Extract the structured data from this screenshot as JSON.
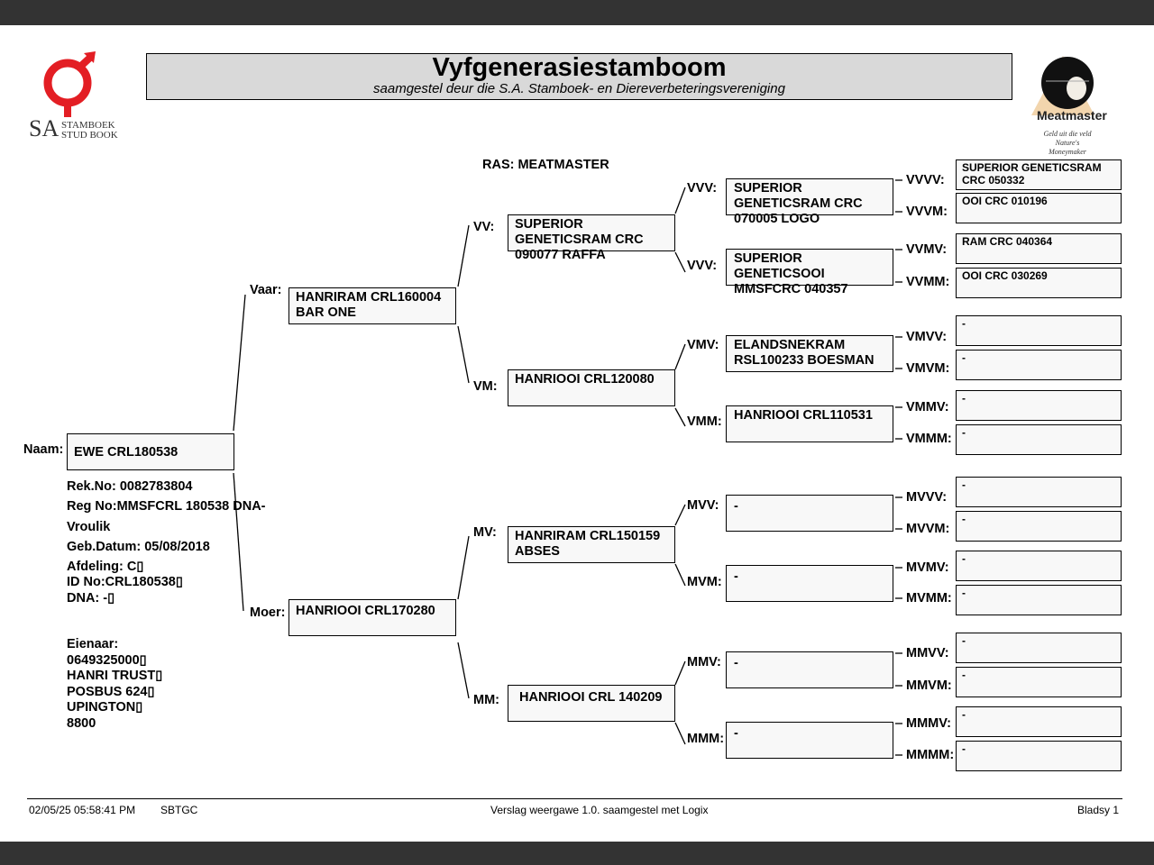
{
  "header": {
    "title": "Vyfgenerasiestamboom",
    "subtitle": "saamgestel deur die S.A. Stamboek- en Diereverbeteringsvereniging"
  },
  "logo_left": {
    "line1": "STAMBOEK",
    "line2": "STUD BOOK",
    "prefix": "SA"
  },
  "logo_right": {
    "brand": "Meatmaster",
    "tagline1": "Geld uit die veld",
    "tagline2": "Nature's Moneymaker"
  },
  "breed": "RAS: MEATMASTER",
  "animal": {
    "naam_label": "Naam:",
    "name": "EWE CRL180538",
    "rek_no": "Rek.No: 0082783804",
    "reg_no": "Reg No:MMSFCRL 180538 DNA-",
    "sex": "Vroulik",
    "geb_datum": "Geb.Datum: 05/08/2018",
    "afdeling": "Afdeling: C▯",
    "id_no": "ID No:CRL180538▯",
    "dna": "DNA: -▯",
    "owner": [
      "Eienaar:",
      "0649325000▯",
      "HANRI TRUST▯",
      "POSBUS 624▯",
      "UPINGTON▯",
      "8800"
    ]
  },
  "gen1": {
    "vaar": {
      "label": "Vaar:",
      "name": "HANRIRAM CRL160004 BAR ONE"
    },
    "moer": {
      "label": "Moer:",
      "name": "HANRIOOI CRL170280"
    }
  },
  "gen2": {
    "vv": {
      "label": "VV:",
      "name": "SUPERIOR GENETICSRAM CRC 090077 RAFFA"
    },
    "vm": {
      "label": "VM:",
      "name": "HANRIOOI CRL120080"
    },
    "mv": {
      "label": "MV:",
      "name": "HANRIRAM CRL150159 ABSES"
    },
    "mm": {
      "label": "MM:",
      "name": "HANRIOOI CRL 140209"
    }
  },
  "gen3": {
    "vvv1": {
      "label": "VVV:",
      "name": "SUPERIOR GENETICSRAM CRC 070005 LOGO"
    },
    "vvv2": {
      "label": "VVV:",
      "name": "SUPERIOR GENETICSOOI MMSFCRC 040357"
    },
    "vmv": {
      "label": "VMV:",
      "name": "ELANDSNEKRAM RSL100233 BOESMAN"
    },
    "vmm": {
      "label": "VMM:",
      "name": "HANRIOOI CRL110531"
    },
    "mvv": {
      "label": "MVV:",
      "name": "-"
    },
    "mvm": {
      "label": "MVM:",
      "name": "-"
    },
    "mmv": {
      "label": "MMV:",
      "name": "-"
    },
    "mmm": {
      "label": "MMM:",
      "name": "-"
    }
  },
  "gen4": [
    {
      "label": "VVVV:",
      "name": "SUPERIOR GENETICSRAM CRC 050332"
    },
    {
      "label": "VVVM:",
      "name": "OOI CRC 010196"
    },
    {
      "label": "VVMV:",
      "name": "RAM CRC 040364"
    },
    {
      "label": "VVMM:",
      "name": "OOI CRC 030269"
    },
    {
      "label": "VMVV:",
      "name": "-"
    },
    {
      "label": "VMVM:",
      "name": "-"
    },
    {
      "label": "VMMV:",
      "name": "-"
    },
    {
      "label": "VMMM:",
      "name": "-"
    },
    {
      "label": "MVVV:",
      "name": "-"
    },
    {
      "label": "MVVM:",
      "name": "-"
    },
    {
      "label": "MVMV:",
      "name": "-"
    },
    {
      "label": "MVMM:",
      "name": "-"
    },
    {
      "label": "MMVV:",
      "name": "-"
    },
    {
      "label": "MMVM:",
      "name": "-"
    },
    {
      "label": "MMMV:",
      "name": "-"
    },
    {
      "label": "MMMM:",
      "name": "-"
    }
  ],
  "footer": {
    "datetime": "02/05/25 05:58:41 PM",
    "code": "SBTGC",
    "report": "Verslag weergawe 1.0. saamgestel met Logix",
    "page": "Bladsy 1"
  },
  "colors": {
    "logo_red": "#e31e24",
    "title_bg": "#d9d9d9",
    "frame_bar": "#333333"
  }
}
